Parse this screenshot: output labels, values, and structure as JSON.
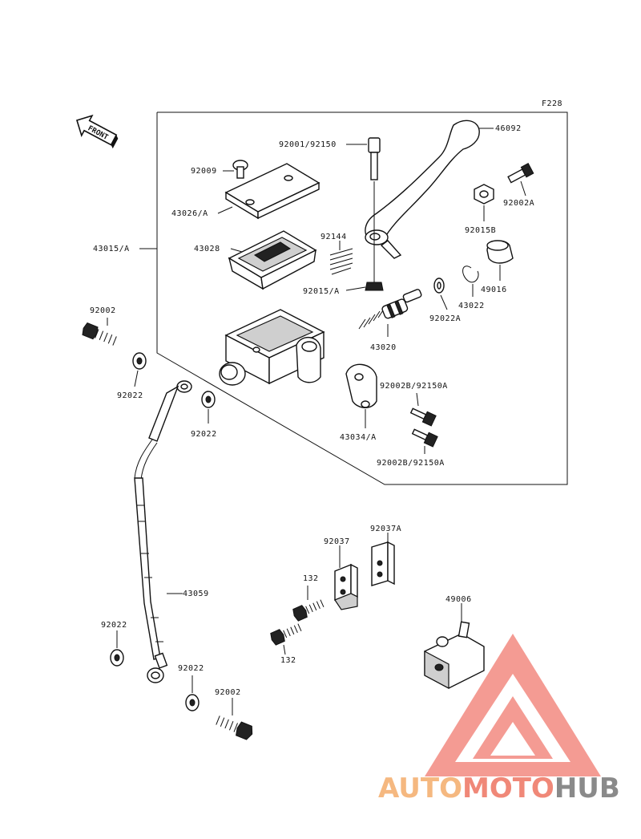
{
  "figure_code": "F228",
  "front_marker": "FRONT",
  "watermark": {
    "text_part1": "AUTO",
    "text_part2": "MOTO",
    "text_part3": "HUB",
    "color_part1": "#f5b880",
    "color_part2": "#f08878",
    "color_part3": "#8a8a8a",
    "triangle_color": "#f28a80"
  },
  "part_labels": {
    "p46092": "46092",
    "p92001": "92001/92150",
    "p92009": "92009",
    "p43026": "43026/A",
    "p43015": "43015/A",
    "p43028": "43028",
    "p92144": "92144",
    "p92002a_top": "92002A",
    "p92015b": "92015B",
    "p92015a": "92015/A",
    "p49016": "49016",
    "p43022": "43022",
    "p92022a": "92022A",
    "p92002_left": "92002",
    "p43020": "43020",
    "p92022_a": "92022",
    "p92022_b": "92022",
    "p92002b_1": "92002B/92150A",
    "p43034": "43034/A",
    "p92002b_2": "92002B/92150A",
    "p92037": "92037",
    "p92037a": "92037A",
    "p132_a": "132",
    "p43059": "43059",
    "p49006": "49006",
    "p132_b": "132",
    "p92022_c": "92022",
    "p92022_d": "92022",
    "p92002_bottom": "92002"
  }
}
